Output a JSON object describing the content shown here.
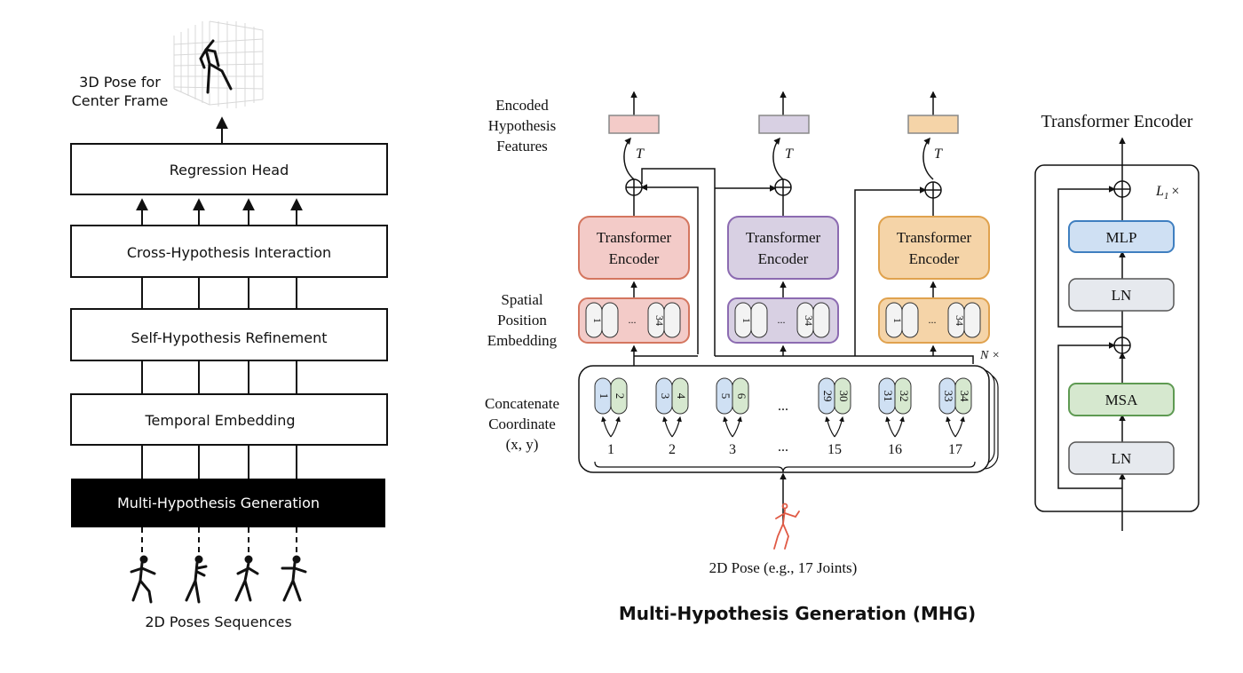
{
  "left": {
    "output_label_line1": "3D Pose for",
    "output_label_line2": "Center Frame",
    "boxes": {
      "regression_head": "Regression Head",
      "cross_hypothesis": "Cross-Hypothesis Interaction",
      "self_hypothesis": "Self-Hypothesis Refinement",
      "temporal_embedding": "Temporal Embedding",
      "mhg": "Multi-Hypothesis Generation"
    },
    "input_label": "2D Poses Sequences"
  },
  "middle": {
    "encoded_label": [
      "Encoded",
      "Hypothesis",
      "Features"
    ],
    "t_label": "T",
    "encoder_line1": "Transformer",
    "encoder_line2": "Encoder",
    "spatial_label": [
      "Spatial",
      "Position",
      "Embedding"
    ],
    "emb_first": "1",
    "emb_dots": "...",
    "emb_last": "34",
    "n_times": "N ×",
    "concat_label": [
      "Concatenate",
      "Coordinate",
      "(x, y)"
    ],
    "pill_pairs": [
      [
        "1",
        "2"
      ],
      [
        "3",
        "4"
      ],
      [
        "5",
        "6"
      ],
      [
        "29",
        "30"
      ],
      [
        "31",
        "32"
      ],
      [
        "33",
        "34"
      ]
    ],
    "pill_ellipsis": "...",
    "joint_numbers": [
      "1",
      "2",
      "3",
      "15",
      "16",
      "17"
    ],
    "joint_ellipsis": "...",
    "input_label": "2D Pose (e.g., 17 Joints)",
    "caption": "Multi-Hypothesis Generation (MHG)",
    "colors": {
      "pink_fill": "#f3cbc8",
      "pink_stroke": "#d4765f",
      "purple_fill": "#d8d0e3",
      "purple_stroke": "#8c6bb1",
      "orange_fill": "#f5d4a8",
      "orange_stroke": "#e0a24e",
      "blue_pill": "#cfe0f3",
      "green_pill": "#d6e8cf",
      "pose_red": "#e05a45"
    }
  },
  "right": {
    "title": "Transformer Encoder",
    "l1_times": "L",
    "l1_sub": "1",
    "l1_x": "×",
    "mlp": "MLP",
    "ln1": "LN",
    "msa": "MSA",
    "ln2": "LN"
  }
}
